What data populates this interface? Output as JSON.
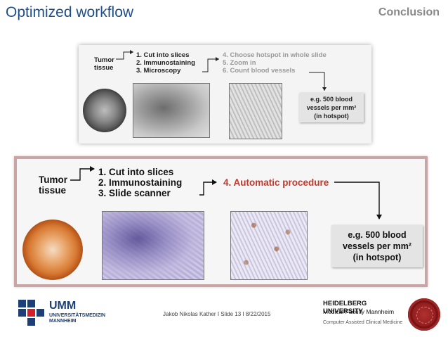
{
  "slide": {
    "title": "Optimized workflow",
    "section": "Conclusion"
  },
  "old_workflow": {
    "start_line1": "Tumor",
    "start_line2": "tissue",
    "step1": "1.   Cut into slices",
    "step2": "2.   Immunostaining",
    "step3": "3.   Microscopy",
    "step4": "4.   Choose hotspot in whole slide",
    "step5": "5.   Zoom in",
    "step6": "6.   Count blood vessels",
    "result_line1": "e.g. 500 blood",
    "result_line2": "vessels per mm²",
    "result_line3": "(in hotspot)"
  },
  "new_workflow": {
    "start_line1": "Tumor",
    "start_line2": "tissue",
    "step1": "1.    Cut into slices",
    "step2": "2.    Immunostaining",
    "step3": "3.    Slide scanner",
    "step4": "4.      Automatic procedure",
    "result_line1": "e.g. 500 blood",
    "result_line2": "vessels per mm²",
    "result_line3": "(in hotspot)"
  },
  "footer": {
    "text": "Jakob Nikolas Kather I Slide 13 I 8/22/2015",
    "umm_name": "UMM",
    "umm_line1": "UNIVERSITÄTSMEDIZIN",
    "umm_line2": "MANNHEIM",
    "heidelberg_name": "HEIDELBERG UNIVERSITY",
    "heidelberg_faculty": "Medical Faculty Mannheim",
    "heidelberg_dept": "Computer Assisted Clinical Medicine"
  },
  "colors": {
    "title": "#1f4e8c",
    "highlight_red": "#c0392b",
    "frame": "#caa5a5"
  }
}
